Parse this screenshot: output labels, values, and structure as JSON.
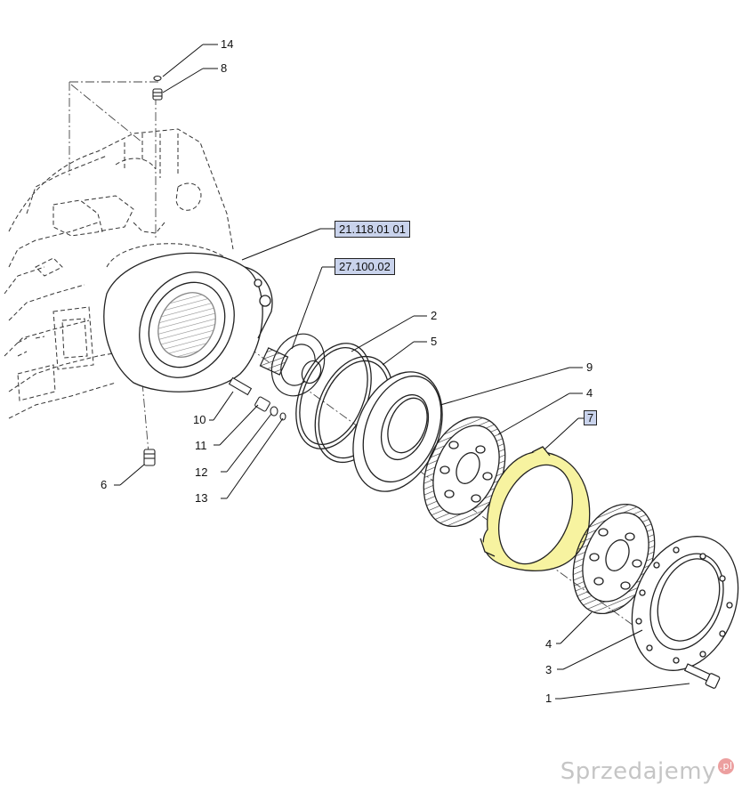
{
  "reference_boxes": [
    {
      "id": "ref-housing",
      "text": "21.118.01 01"
    },
    {
      "id": "ref-planetary",
      "text": "27.100.02"
    }
  ],
  "callouts": {
    "c14": "14",
    "c8": "8",
    "c2": "2",
    "c5": "5",
    "c9": "9",
    "c4a": "4",
    "c7": "7",
    "c10": "10",
    "c11": "11",
    "c12": "12",
    "c13": "13",
    "c6": "6",
    "c4b": "4",
    "c3": "3",
    "c1": "1"
  },
  "highlight": {
    "part": "7",
    "color": "#f7f3a0"
  },
  "watermark": {
    "text": "Sprzedajemy",
    "suffix": ".pl"
  }
}
